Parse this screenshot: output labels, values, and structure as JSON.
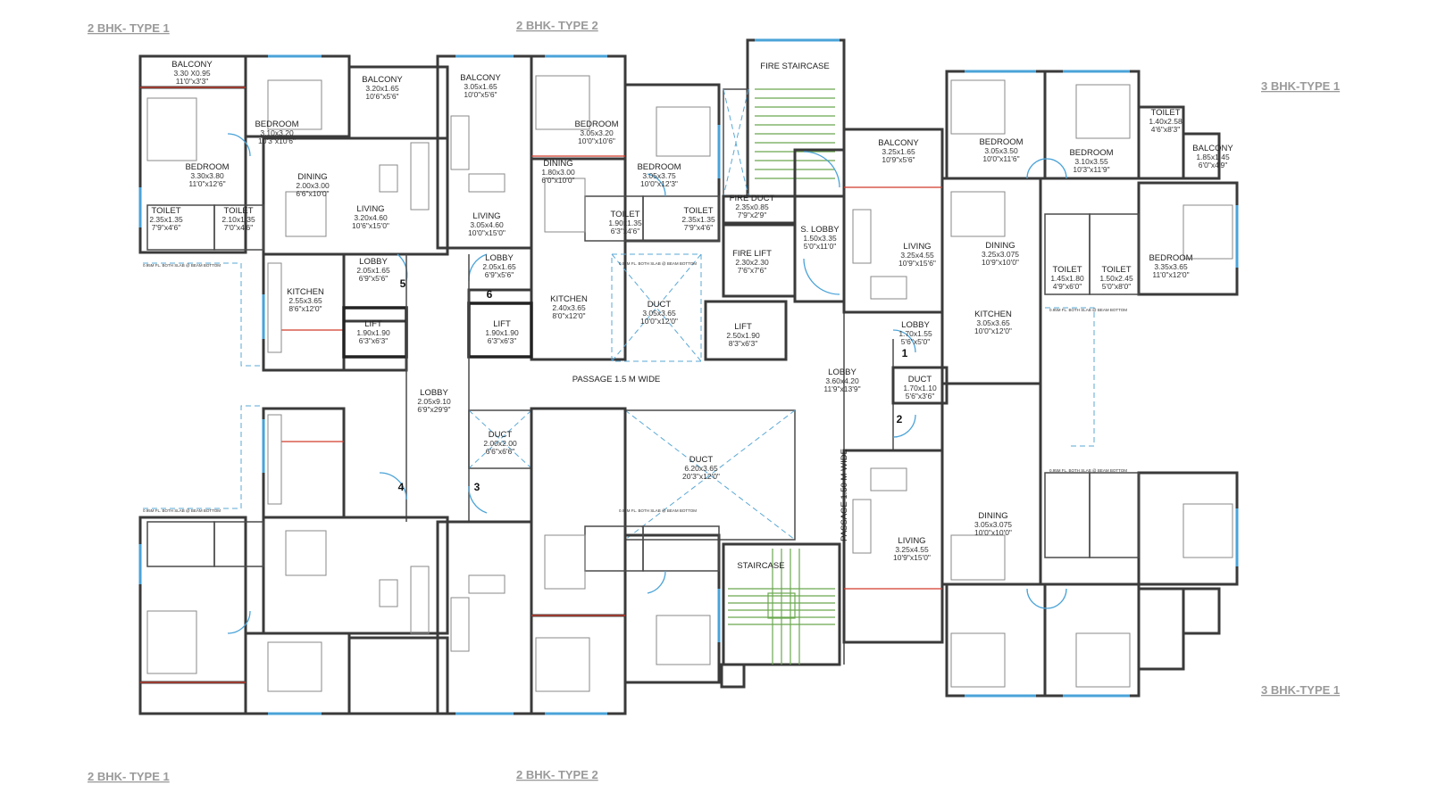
{
  "titles": {
    "tl": "2 BHK- TYPE 1",
    "tm": "2 BHK- TYPE 2",
    "tr": "3 BHK-TYPE 1",
    "bl": "2 BHK- TYPE 1",
    "bm": "2 BHK- TYPE 2",
    "br": "3 BHK-TYPE 1"
  },
  "rooms": [
    {
      "name": "BALCONY",
      "dim": "3.30 X0.95",
      "imp": "11'0\"x3'3\""
    },
    {
      "name": "BALCONY",
      "dim": "3.20x1.65",
      "imp": "10'6\"x5'6\""
    },
    {
      "name": "BALCONY",
      "dim": "3.05x1.65",
      "imp": "10'0\"x5'6\""
    },
    {
      "name": "BEDROOM",
      "dim": "3.10x3.20",
      "imp": "10'3\"x10'6\""
    },
    {
      "name": "BEDROOM",
      "dim": "3.30x3.80",
      "imp": "11'0\"x12'6\""
    },
    {
      "name": "BEDROOM",
      "dim": "3.05x3.20",
      "imp": "10'0\"x10'6\""
    },
    {
      "name": "BEDROOM",
      "dim": "3.05x3.75",
      "imp": "10'0\"x12'3\""
    },
    {
      "name": "DINING",
      "dim": "2.00x3.00",
      "imp": "6'6\"x10'0\""
    },
    {
      "name": "DINING",
      "dim": "1.80x3.00",
      "imp": "6'0\"x10'0\""
    },
    {
      "name": "LIVING",
      "dim": "3.20x4.60",
      "imp": "10'6\"x15'0\""
    },
    {
      "name": "LIVING",
      "dim": "3.05x4.60",
      "imp": "10'0\"x15'0\""
    },
    {
      "name": "TOILET",
      "dim": "2.35x1.35",
      "imp": "7'9\"x4'6\""
    },
    {
      "name": "TOILET",
      "dim": "2.10x1.35",
      "imp": "7'0\"x4'6\""
    },
    {
      "name": "TOILET",
      "dim": "1.90x1.35",
      "imp": "6'3\"x4'6\""
    },
    {
      "name": "TOILET",
      "dim": "2.35x1.35",
      "imp": "7'9\"x4'6\""
    },
    {
      "name": "KITCHEN",
      "dim": "2.55x3.65",
      "imp": "8'6\"x12'0\""
    },
    {
      "name": "KITCHEN",
      "dim": "2.40x3.65",
      "imp": "8'0\"x12'0\""
    },
    {
      "name": "LOBBY",
      "dim": "2.05x1.65",
      "imp": "6'9\"x5'6\""
    },
    {
      "name": "LOBBY",
      "dim": "2.05x1.65",
      "imp": "6'9\"x5'6\""
    },
    {
      "name": "LIFT",
      "dim": "1.90x1.90",
      "imp": "6'3\"x6'3\""
    },
    {
      "name": "LIFT",
      "dim": "1.90x1.90",
      "imp": "6'3\"x6'3\""
    },
    {
      "name": "LIFT",
      "dim": "2.50x1.90",
      "imp": "8'3\"x6'3\""
    },
    {
      "name": "FIRE STAIRCASE",
      "dim": "",
      "imp": ""
    },
    {
      "name": "FIRE DUCT",
      "dim": "2.35x0.85",
      "imp": "7'9\"x2'9\""
    },
    {
      "name": "FIRE LIFT",
      "dim": "2.30x2.30",
      "imp": "7'6\"x7'6\""
    },
    {
      "name": "DUCT",
      "dim": "3.05x3.65",
      "imp": "10'0\"x12'0\""
    },
    {
      "name": "S. LOBBY",
      "dim": "1.50x3.35",
      "imp": "5'0\"x11'0\""
    },
    {
      "name": "LOBBY",
      "dim": "2.05x9.10",
      "imp": "6'9\"x29'9\""
    },
    {
      "name": "LOBBY",
      "dim": "3.60x4.20",
      "imp": "11'9\"x13'9\""
    },
    {
      "name": "DUCT",
      "dim": "2.00x2.00",
      "imp": "6'6\"x6'6\""
    },
    {
      "name": "DUCT",
      "dim": "6.20x3.65",
      "imp": "20'3\"x12'0\""
    },
    {
      "name": "STAIRCASE",
      "dim": "",
      "imp": ""
    },
    {
      "name": "BALCONY",
      "dim": "3.25x1.65",
      "imp": "10'9\"x5'6\""
    },
    {
      "name": "BEDROOM",
      "dim": "3.05x3.50",
      "imp": "10'0\"x11'6\""
    },
    {
      "name": "BEDROOM",
      "dim": "3.10x3.55",
      "imp": "10'3\"x11'9\""
    },
    {
      "name": "TOILET",
      "dim": "1.40x2.58",
      "imp": "4'6\"x8'3\""
    },
    {
      "name": "BALCONY",
      "dim": "1.85x1.45",
      "imp": "6'0\"x4'9\""
    },
    {
      "name": "LIVING",
      "dim": "3.25x4.55",
      "imp": "10'9\"x15'6\""
    },
    {
      "name": "DINING",
      "dim": "3.25x3.075",
      "imp": "10'9\"x10'0\""
    },
    {
      "name": "TOILET",
      "dim": "1.45x1.80",
      "imp": "4'9\"x6'0\""
    },
    {
      "name": "TOILET",
      "dim": "1.50x2.45",
      "imp": "5'0\"x8'0\""
    },
    {
      "name": "BEDROOM",
      "dim": "3.35x3.65",
      "imp": "11'0\"x12'0\""
    },
    {
      "name": "KITCHEN",
      "dim": "3.05x3.65",
      "imp": "10'0\"x12'0\""
    },
    {
      "name": "LOBBY",
      "dim": "1.70x1.55",
      "imp": "5'6\"x5'0\""
    },
    {
      "name": "DUCT",
      "dim": "1.70x1.10",
      "imp": "5'6\"x3'6\""
    },
    {
      "name": "LIVING",
      "dim": "3.25x4.55",
      "imp": "10'9\"x15'0\""
    },
    {
      "name": "DINING",
      "dim": "3.05x3.075",
      "imp": "10'0\"x10'0\""
    }
  ],
  "lobby_numbers": [
    "1",
    "2",
    "3",
    "4",
    "5",
    "6"
  ],
  "passages": {
    "horizontal": "PASSAGE 1.5 M WIDE",
    "vertical": "PASSAGE 1.50 M WIDE"
  },
  "notes": {
    "beam": "0.95M FL. BOTH SLAB @ BEAM BOTTOM"
  },
  "colors": {
    "wall": "#3a3a3a",
    "window": "#4aa3d8",
    "accent_red": "#d23a2a",
    "stair_green": "#6aa84f",
    "title_gray": "#9a9a9a"
  }
}
